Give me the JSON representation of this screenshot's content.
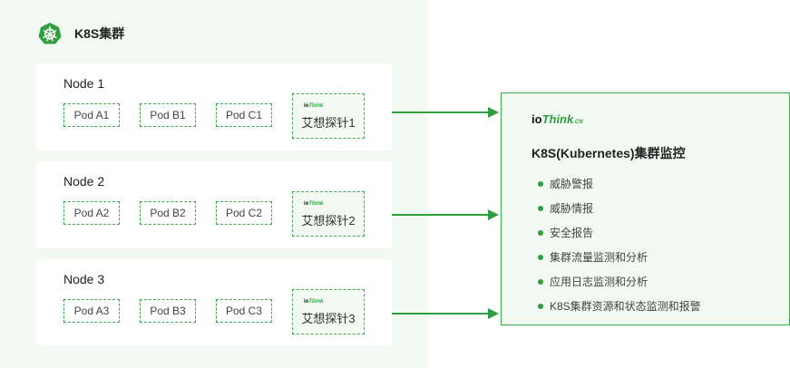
{
  "cluster": {
    "title": "K8S集群",
    "icon": "kubernetes-icon"
  },
  "nodes": [
    {
      "title": "Node 1",
      "pods": [
        "Pod A1",
        "Pod B1",
        "Pod C1"
      ],
      "probe": {
        "brand_io": "io",
        "brand_think": "Think",
        "label": "艾想探针1"
      }
    },
    {
      "title": "Node 2",
      "pods": [
        "Pod A2",
        "Pod B2",
        "Pod C2"
      ],
      "probe": {
        "brand_io": "io",
        "brand_think": "Think",
        "label": "艾想探针2"
      }
    },
    {
      "title": "Node 3",
      "pods": [
        "Pod A3",
        "Pod B3",
        "Pod C3"
      ],
      "probe": {
        "brand_io": "io",
        "brand_think": "Think",
        "label": "艾想探针3"
      }
    }
  ],
  "monitor": {
    "brand": {
      "io": "io",
      "think": "Think",
      "cn": ".CN"
    },
    "title": "K8S(Kubernetes)集群监控",
    "features": [
      "威胁警报",
      "威胁情报",
      "安全报告",
      "集群流量监测和分析",
      "应用日志监测和分析",
      "K8S集群资源和状态监测和报警"
    ]
  },
  "colors": {
    "accent": "#2f9e41",
    "panel_bg": "#f1f9f2",
    "dashed_border": "#3aad4a"
  }
}
